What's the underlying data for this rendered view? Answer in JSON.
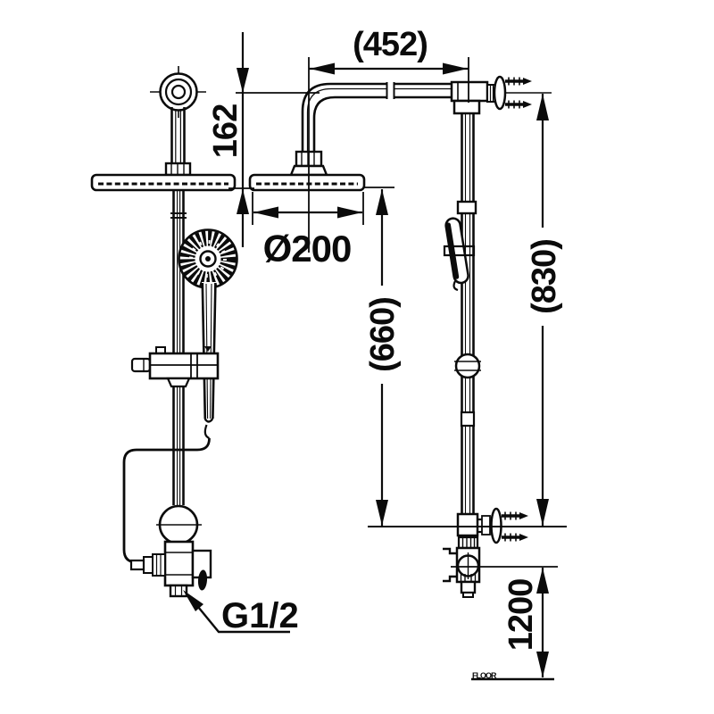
{
  "drawing": {
    "kind": "technical dimension drawing",
    "subject": "shower column with rain head and hand shower",
    "line_color": "#0b0b0b",
    "background_color": "#ffffff"
  },
  "dimensions": {
    "top_width": {
      "label": "(452)"
    },
    "head_offset": {
      "label": "162"
    },
    "head_diameter": {
      "label": "Ø200"
    },
    "mid_height": {
      "label": "(660)"
    },
    "column_height": {
      "label": "(830)"
    },
    "floor_height": {
      "label": "1200"
    },
    "inlet_thread": {
      "label": "G1/2"
    },
    "floor_marker": {
      "label": "FLOOR"
    }
  }
}
